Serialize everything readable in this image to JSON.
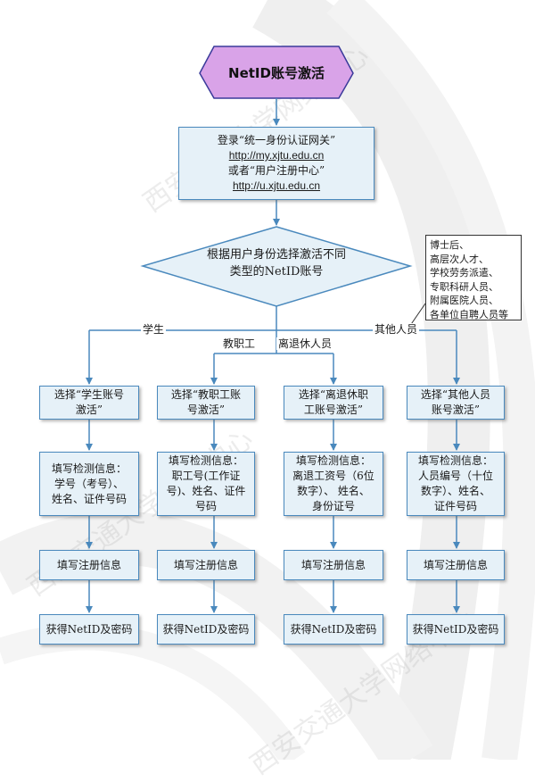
{
  "title": "NetID账号激活",
  "login": {
    "line1": "登录“统一身份认证网关”",
    "url1": "http://my.xjtu.edu.cn",
    "line2": "或者“用户注册中心”",
    "url2": "http://u.xjtu.edu.cn"
  },
  "decision": {
    "line1": "根据用户身份选择激活不同",
    "line2": "类型的NetID账号"
  },
  "note": [
    "博士后、",
    "高层次人才、",
    "学校劳务派遣、",
    "专职科研人员、",
    "附属医院人员、",
    "各单位自聘人员等"
  ],
  "branch_labels": {
    "student": "学生",
    "staff": "教职工",
    "retired": "离退休人员",
    "other": "其他人员"
  },
  "columns": [
    {
      "select": [
        "选择“学生账号",
        "激活”"
      ],
      "fill": [
        "填写检测信息：",
        "学号（考号）、",
        "姓名、证件号码"
      ],
      "register": "填写注册信息",
      "result": "获得NetID及密码"
    },
    {
      "select": [
        "选择“教职工账",
        "号激活”"
      ],
      "fill": [
        "填写检测信息：",
        "职工号(工作证",
        "号)、姓名、证件",
        "号码"
      ],
      "register": "填写注册信息",
      "result": "获得NetID及密码"
    },
    {
      "select": [
        "选择“离退休职",
        "工账号激活”"
      ],
      "fill": [
        "填写检测信息：",
        "离退工资号（6位",
        "数字）、 姓名、",
        "身份证号"
      ],
      "register": "填写注册信息",
      "result": "获得NetID及密码"
    },
    {
      "select": [
        "选择“其他人员",
        "账号激活”"
      ],
      "fill": [
        "填写检测信息：",
        "人员编号（十位",
        "数字）、姓名、",
        "证件号码"
      ],
      "register": "填写注册信息",
      "result": "获得NetID及密码"
    }
  ],
  "watermark": "西安交通大学网络中心",
  "colors": {
    "box_fill": "#e6f1f8",
    "box_border": "#4a89bd",
    "arrow": "#4a89bd",
    "title_fill": "#d9a3e8",
    "title_border": "#3a3a9a"
  }
}
